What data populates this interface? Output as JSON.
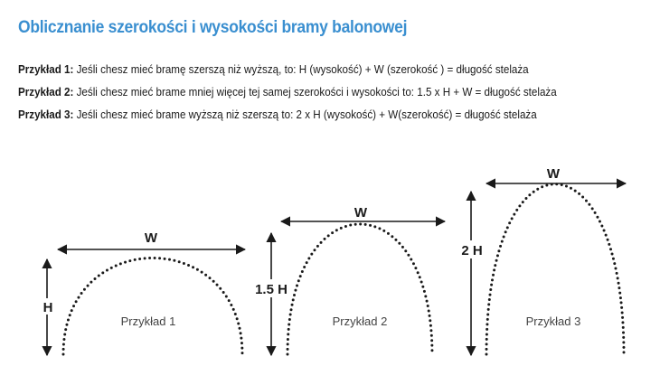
{
  "title": "Oblicznanie szerokości i wysokości bramy balonowej",
  "examples": [
    {
      "label": "Przykład 1:",
      "text": " Jeśli chesz mieć bramę szerszą niż wyższą, to: H (wysokość) + W (szerokość ) = długość stelaża"
    },
    {
      "label": "Przykład 2:",
      "text": " Jeśli chesz mieć brame mniej więcej tej samej szerokości i wysokości to: 1.5 x H + W = długość stelaża"
    },
    {
      "label": "Przykład 3:",
      "text": " Jeśli chesz mieć brame wyższą niż szerszą to: 2 x H (wysokość) + W(szerokość) = długość stelaża"
    }
  ],
  "arches": [
    {
      "width_label": "W",
      "height_label": "H",
      "caption": "Przykład 1"
    },
    {
      "width_label": "W",
      "height_label": "1.5 H",
      "caption": "Przykład 2"
    },
    {
      "width_label": "W",
      "height_label": "2 H",
      "caption": "Przykład 3"
    }
  ],
  "colors": {
    "title": "#3a8fd0",
    "lines": "#1a1a1a"
  }
}
